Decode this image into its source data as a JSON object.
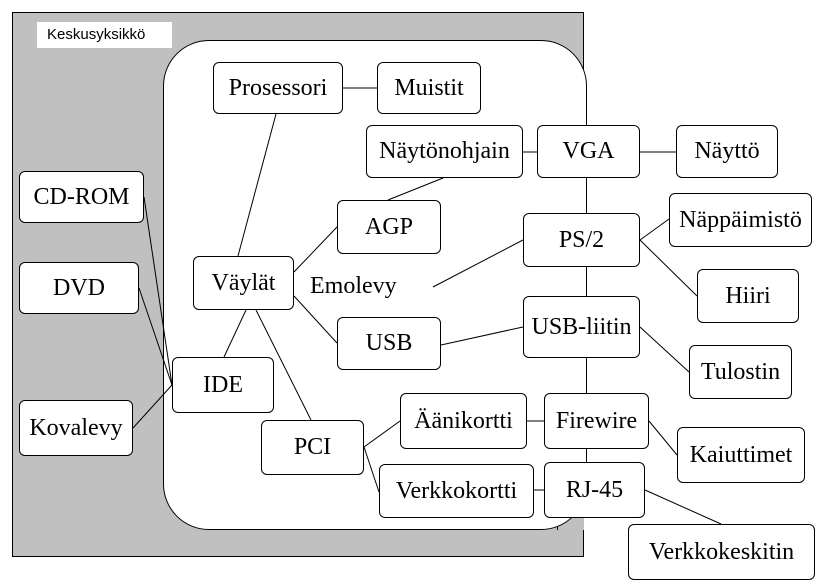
{
  "case_title": "Keskusyksikkö",
  "board_title": "Emolevy",
  "nodes": {
    "prosessori": "Prosessori",
    "muistit": "Muistit",
    "naytonohjain": "Näytönohjain",
    "vga": "VGA",
    "naytto": "Näyttö",
    "agp": "AGP",
    "ps2": "PS/2",
    "nappaimisto": "Näppäimistö",
    "vaylat": "Väylät",
    "hiiri": "Hiiri",
    "usb": "USB",
    "usb_liitin": "USB-liitin",
    "tulostin": "Tulostin",
    "cdrom": "CD-ROM",
    "dvd": "DVD",
    "ide": "IDE",
    "kovalevy": "Kovalevy",
    "aanikortti": "Äänikortti",
    "firewire": "Firewire",
    "kaiuttimet": "Kaiuttimet",
    "pci": "PCI",
    "verkkokortti": "Verkkokortti",
    "rj45": "RJ-45",
    "verkkokeskitin": "Verkkokeskitin"
  }
}
